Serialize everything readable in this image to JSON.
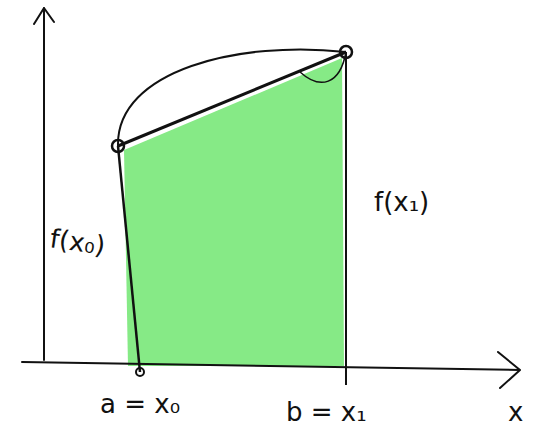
{
  "diagram": {
    "labels": [
      "f(x₀)",
      "f(x₁)",
      "a = x₀",
      "b = x₁",
      "x"
    ]
  }
}
